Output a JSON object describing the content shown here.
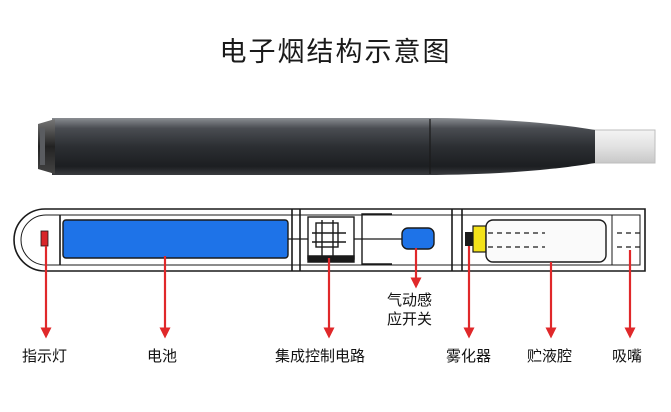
{
  "title": "电子烟结构示意图",
  "labels": {
    "indicator_light": "指示灯",
    "battery": "电池",
    "ic_circuit": "集成控制电路",
    "airflow_switch_line1": "气动感",
    "airflow_switch_line2": "应开关",
    "atomizer": "雾化器",
    "liquid_chamber": "贮液腔",
    "mouthpiece": "吸嘴"
  },
  "colors": {
    "arrow": "#e0282a",
    "battery_fill": "#1e73e8",
    "switch_fill": "#1e73e8",
    "indicator_red": "#d8262a",
    "atomizer_yellow": "#f3e21a",
    "outline": "#1a1a1a",
    "body_dark": "#3a3d42"
  }
}
